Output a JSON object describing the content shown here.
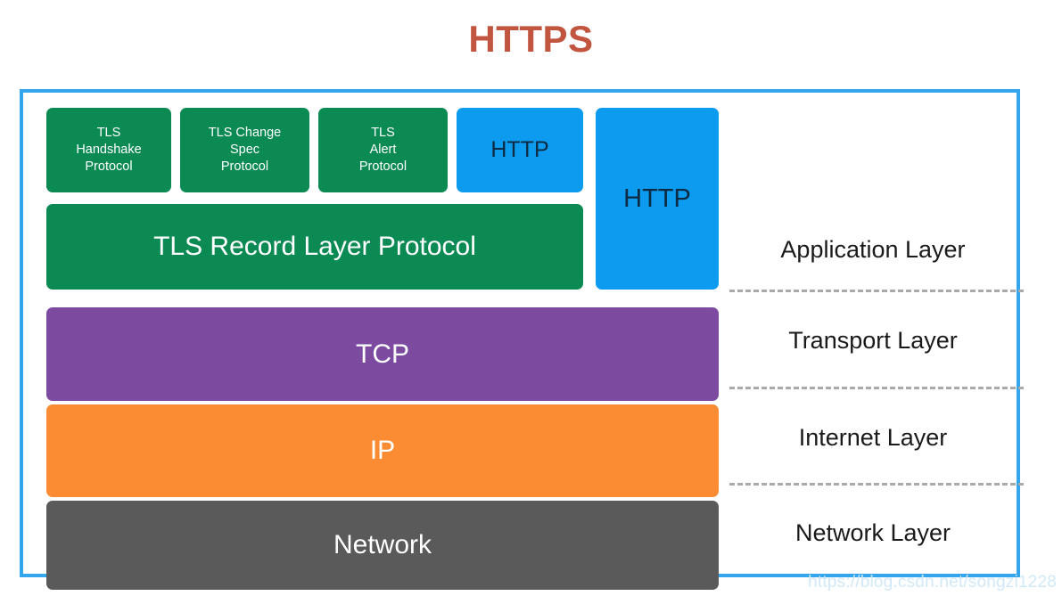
{
  "title": "HTTPS",
  "colors": {
    "title": "#c1553f",
    "frame_border": "#34a6ed",
    "tls_green": "#0b8a53",
    "http_blue": "#0d9bef",
    "tcp_purple": "#7c4ba0",
    "ip_orange": "#fb8c33",
    "network_gray": "#5a5a5a",
    "divider_gray": "#aaaaaa",
    "layer_label_text": "#1a1a1a"
  },
  "stack": {
    "tls_sub_protocols": [
      {
        "label": "TLS\nHandshake\nProtocol"
      },
      {
        "label": "TLS Change\nSpec\nProtocol"
      },
      {
        "label": "TLS\nAlert\nProtocol"
      }
    ],
    "http_small": "HTTP",
    "http_tall": "HTTP",
    "tls_record": "TLS Record Layer Protocol",
    "bars": [
      {
        "label": "TCP"
      },
      {
        "label": "IP"
      },
      {
        "label": "Network"
      }
    ]
  },
  "layers": [
    {
      "label": "Application Layer"
    },
    {
      "label": "Transport Layer"
    },
    {
      "label": "Internet Layer"
    },
    {
      "label": "Network Layer"
    }
  ],
  "watermark": "https://blog.csdn.net/songzi1228"
}
